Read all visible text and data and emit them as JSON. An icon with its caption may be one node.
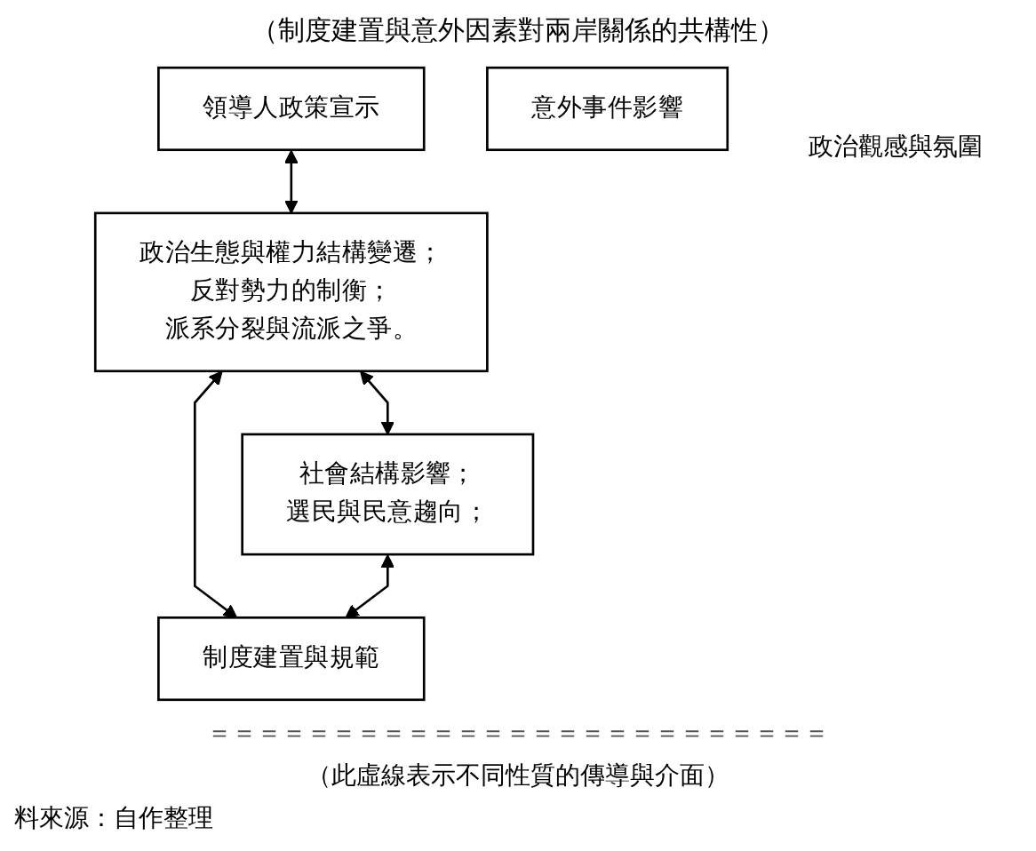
{
  "diagram": {
    "title": "（制度建置與意外因素對兩岸關係的共構性）",
    "nodes": [
      {
        "text": [
          "領導人政策宣示"
        ]
      },
      {
        "text": [
          "政治生態與權力結構變遷；",
          "反對勢力的制衡；",
          "派系分裂與流派之爭。"
        ]
      },
      {
        "text": [
          "社會結構影響；",
          "選民與民意趨向；"
        ]
      },
      {
        "text": [
          "制度建置與規範"
        ]
      },
      {
        "text": [
          "意外事件影響"
        ]
      }
    ],
    "edges": [
      {
        "from": 0,
        "to": 1,
        "arrow": "both"
      },
      {
        "from": 1,
        "to": 2,
        "arrow": "both"
      },
      {
        "from": 1,
        "to": 3,
        "arrow": "both"
      },
      {
        "from": 2,
        "to": 3,
        "arrow": "both"
      }
    ],
    "labels": [
      "政治觀感與氛圍",
      "＝＝＝＝＝＝＝＝＝＝＝＝＝＝＝＝＝＝＝＝＝＝＝＝＝",
      "（此虛線表示不同性質的傳導與介面）",
      "料來源：自作整理"
    ]
  }
}
